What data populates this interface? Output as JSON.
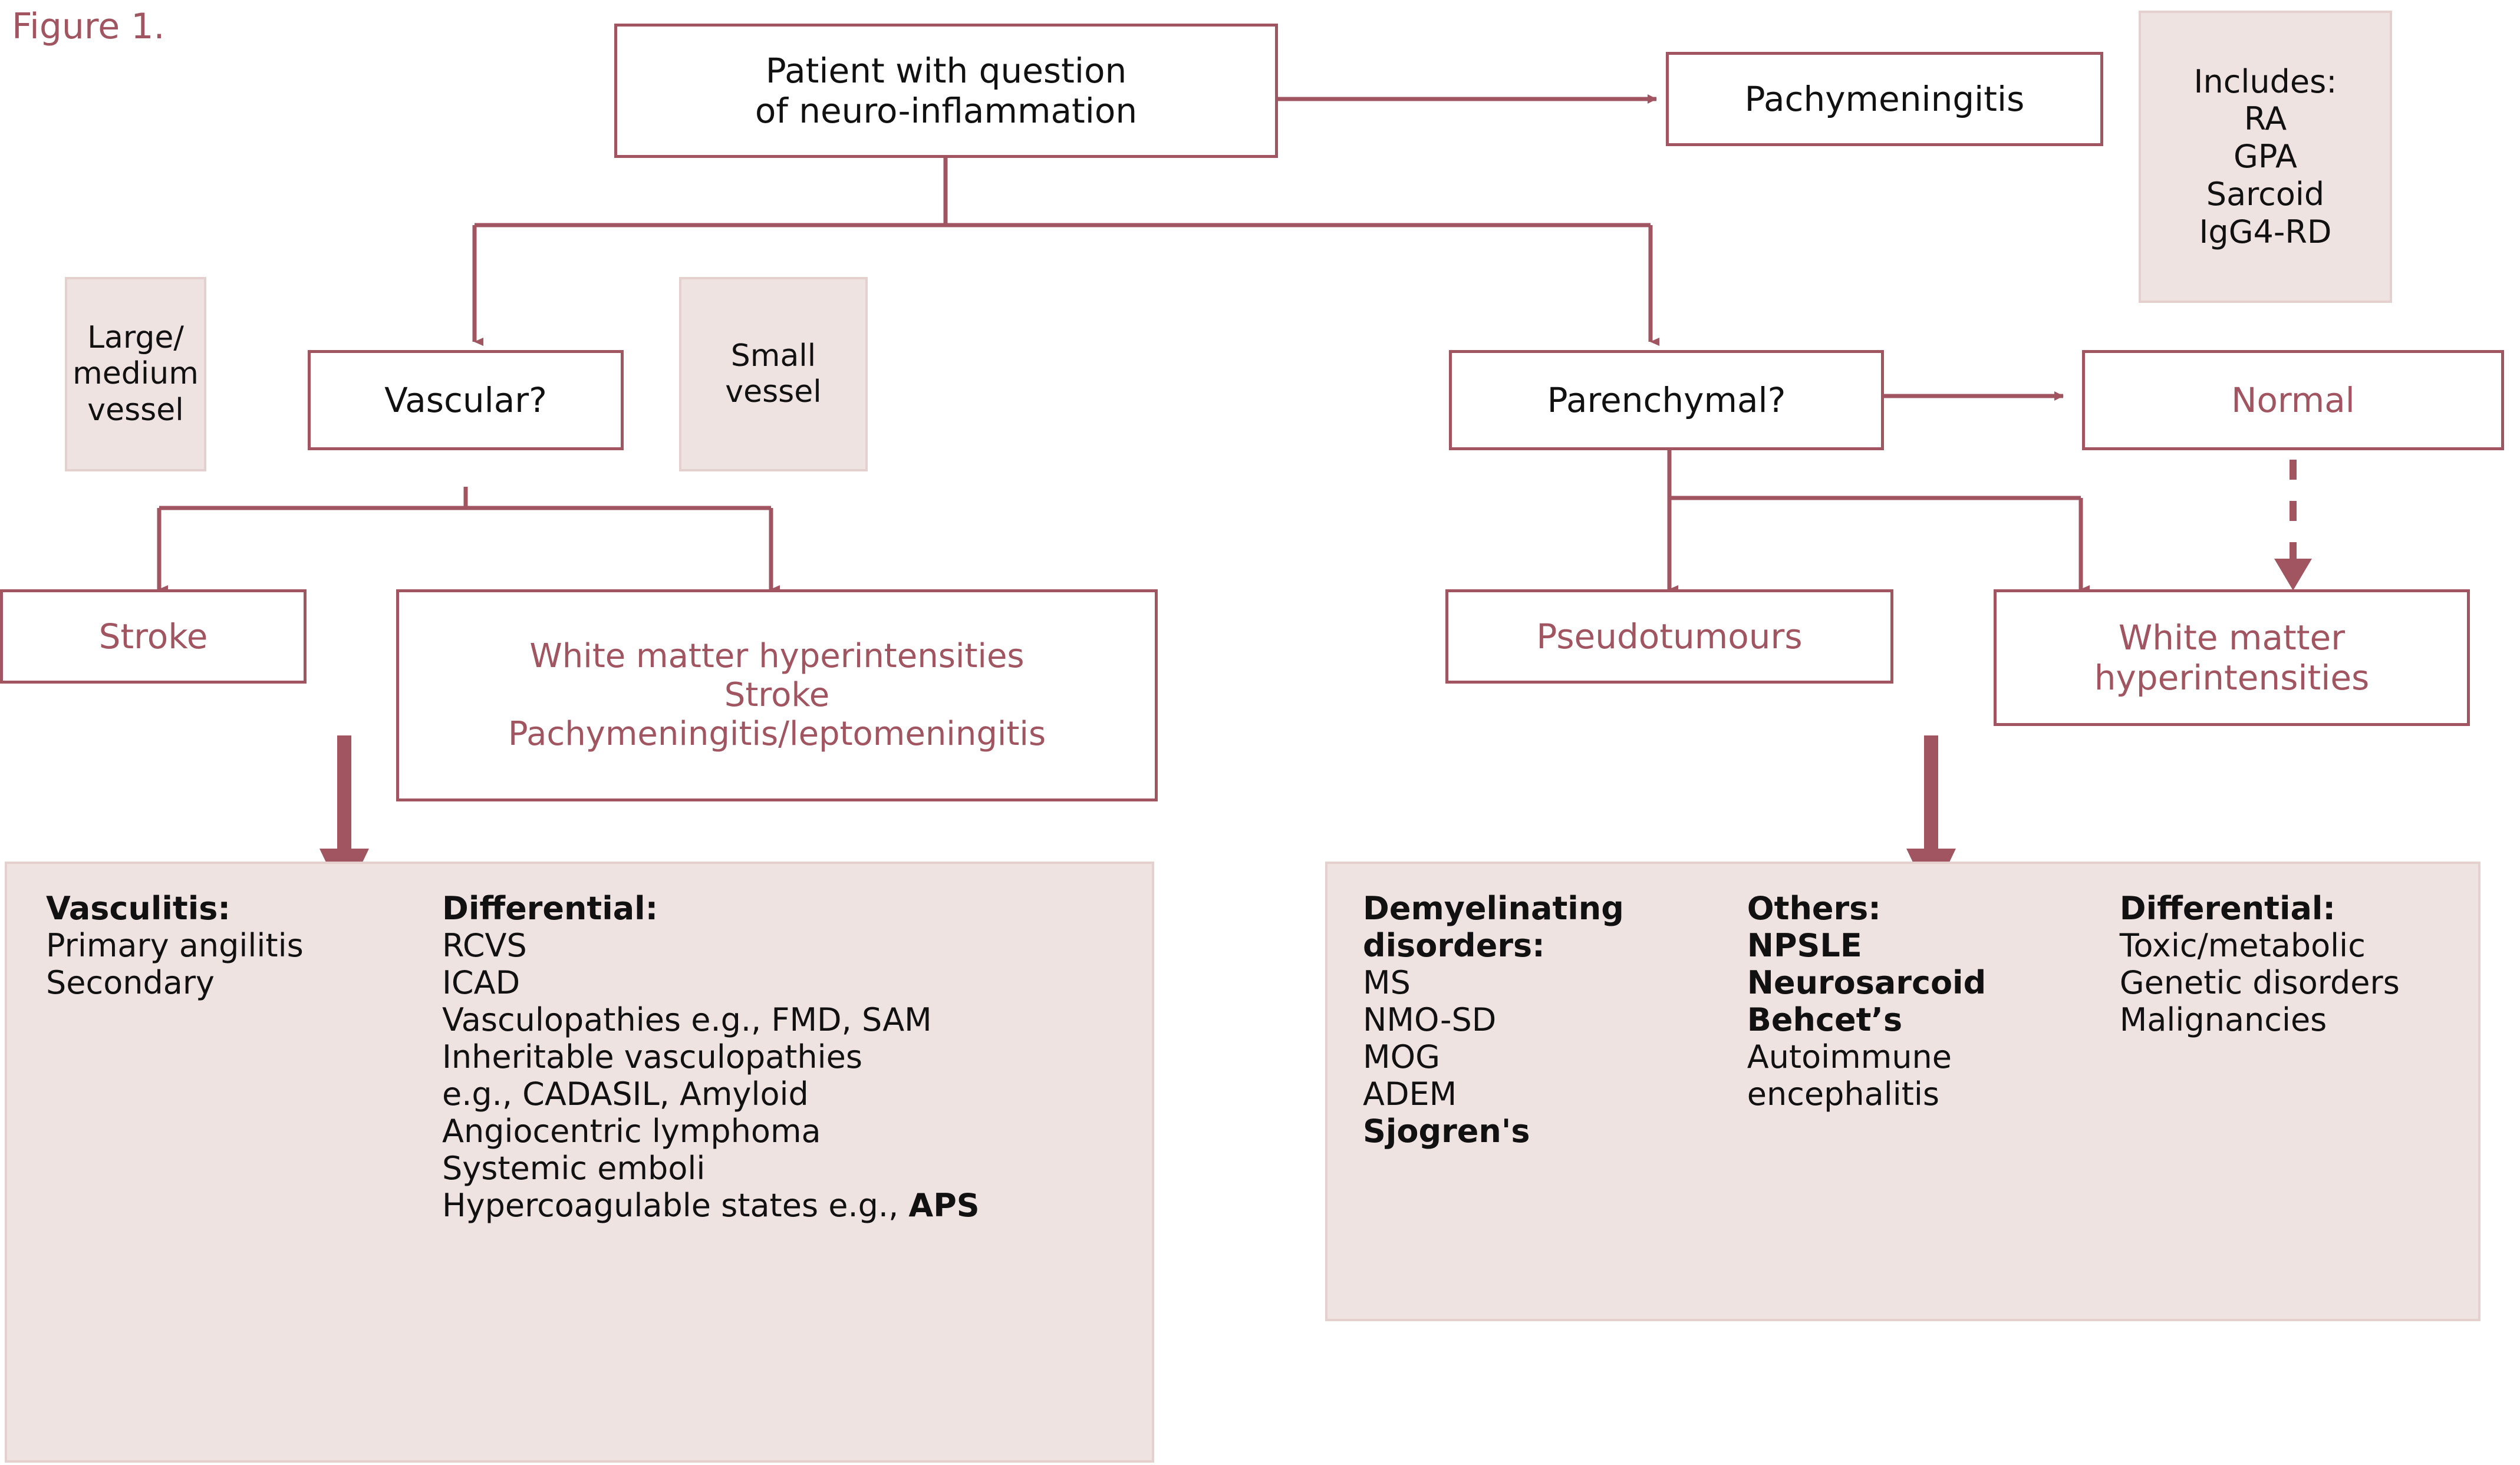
{
  "figure": {
    "label": "Figure 1.",
    "accent_color": "#a15560",
    "fill_color": "#efe3e2",
    "fill_border_color": "#e3d0cf",
    "text_color": "#111111"
  },
  "nodes": {
    "root": {
      "line1": "Patient with question",
      "line2": "of neuro-inflammation"
    },
    "pachymeningitis": {
      "label": "Pachymeningitis"
    },
    "includes": {
      "title": "Includes:",
      "items": [
        "RA",
        "GPA",
        "Sarcoid",
        "IgG4-RD"
      ]
    },
    "large_medium_vessel": {
      "line1": "Large/",
      "line2": "medium",
      "line3": "vessel"
    },
    "vascular": {
      "label": "Vascular?"
    },
    "small_vessel": {
      "line1": "Small",
      "line2": "vessel"
    },
    "parenchymal": {
      "label": "Parenchymal?"
    },
    "normal": {
      "label": "Normal"
    },
    "stroke": {
      "label": "Stroke"
    },
    "wmh_left": {
      "line1": "White matter hyperintensities",
      "line2": "Stroke",
      "line3": "Pachymeningitis/leptomeningitis"
    },
    "pseudotumours": {
      "label": "Pseudotumours"
    },
    "wmh_right": {
      "line1": "White matter",
      "line2": "hyperintensities"
    }
  },
  "panels": {
    "left": {
      "columns": [
        {
          "heading": "Vasculitis:",
          "lines": [
            "Primary angilitis",
            "Secondary"
          ]
        },
        {
          "heading": "Differential:",
          "lines": [
            "RCVS",
            "ICAD",
            "Vasculopathies e.g., FMD, SAM",
            "Inheritable vasculopathies",
            "e.g., CADASIL, Amyloid",
            "Angiocentric lymphoma",
            "Systemic emboli"
          ],
          "last_line_prefix": "Hypercoagulable states e.g., ",
          "last_line_bold": "APS"
        }
      ]
    },
    "right": {
      "columns": [
        {
          "heading_line1": "Demyelinating",
          "heading_line2": "disorders:",
          "lines": [
            "MS",
            "NMO-SD",
            "MOG",
            "ADEM"
          ],
          "bold_last": "Sjogren's"
        },
        {
          "heading": "Others:",
          "bold_lines": [
            "NPSLE",
            "Neurosarcoid",
            "Behcet’s"
          ],
          "lines": [
            "Autoimmune",
            "encephalitis"
          ]
        },
        {
          "heading": "Differential:",
          "lines": [
            "Toxic/metabolic",
            "Genetic disorders",
            "Malignancies"
          ]
        }
      ]
    }
  }
}
